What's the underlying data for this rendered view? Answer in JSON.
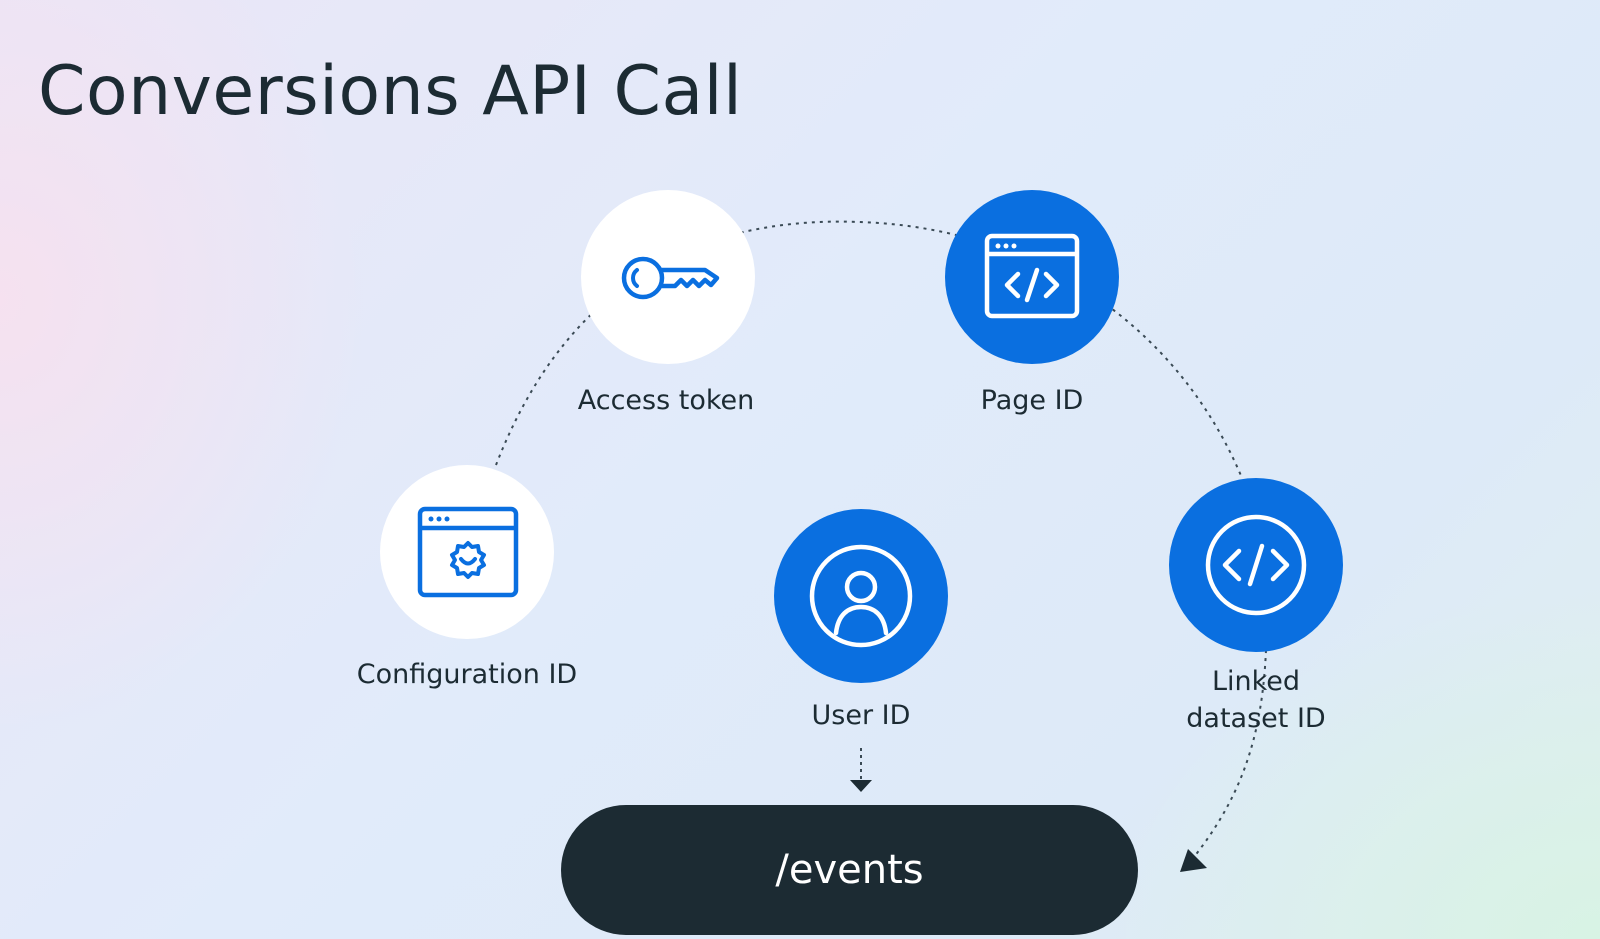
{
  "title": "Conversions API Call",
  "nodes": {
    "access_token": {
      "label": "Access token",
      "icon": "key-icon"
    },
    "page_id": {
      "label": "Page ID",
      "icon": "browser-code-icon"
    },
    "configuration_id": {
      "label": "Configuration ID",
      "icon": "browser-settings-icon"
    },
    "user_id": {
      "label": "User ID",
      "icon": "user-icon"
    },
    "linked_dataset_id": {
      "label_line1": "Linked",
      "label_line2": "dataset ID",
      "icon": "code-circle-icon"
    }
  },
  "endpoint": {
    "label": "/events"
  },
  "colors": {
    "accent_blue": "#0a6fe0",
    "dark": "#1c2b33",
    "white": "#ffffff"
  }
}
